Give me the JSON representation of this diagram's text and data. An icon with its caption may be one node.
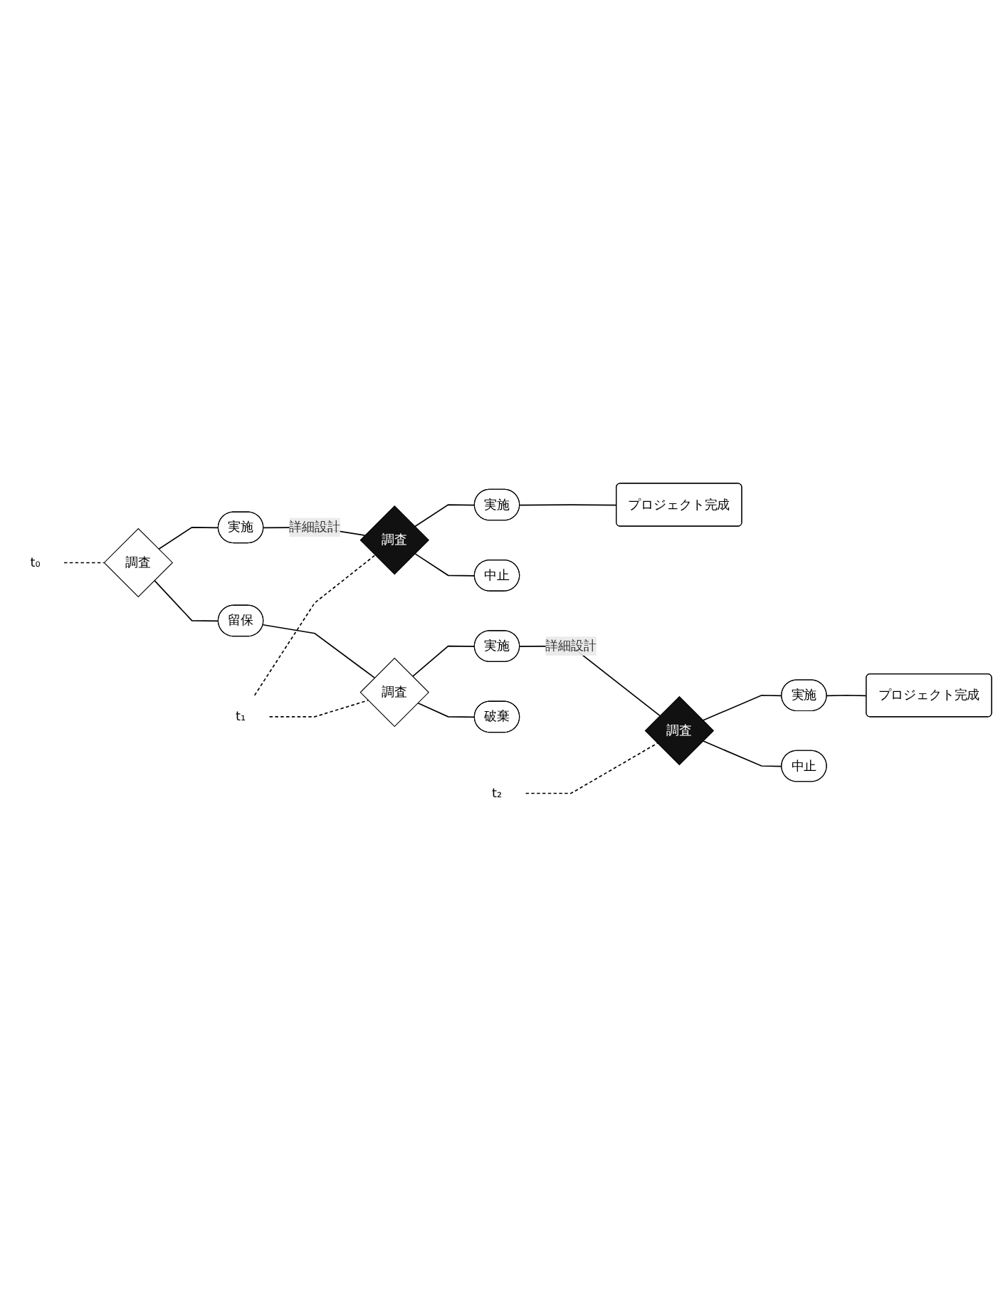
{
  "diagram": {
    "nodes": [
      {
        "text": [
          "調査"
        ]
      },
      {
        "text": [
          "実施"
        ]
      },
      {
        "text": [
          "留保"
        ]
      },
      {
        "text": [
          "調査"
        ]
      },
      {
        "text": [
          "実施"
        ]
      },
      {
        "text": [
          "中止"
        ]
      },
      {
        "text": [
          "プロジェクト完成"
        ]
      },
      {
        "text": [
          "調査"
        ]
      },
      {
        "text": [
          "実施"
        ]
      },
      {
        "text": [
          "破棄"
        ]
      },
      {
        "text": [
          "調査"
        ]
      },
      {
        "text": [
          "実施"
        ]
      },
      {
        "text": [
          "中止"
        ]
      },
      {
        "text": [
          "プロジェクト完成"
        ]
      },
      {
        "text": [
          "t₀"
        ]
      },
      {
        "text": [
          "t₁"
        ]
      },
      {
        "text": [
          "t₂"
        ]
      }
    ],
    "edges": [
      {
        "from": 0,
        "to": 1,
        "arrow": "none"
      },
      {
        "from": 0,
        "to": 2,
        "arrow": "none"
      },
      {
        "from": 1,
        "to": 3,
        "arrow": "none",
        "label": "詳細設計"
      },
      {
        "from": 3,
        "to": 4,
        "arrow": "none"
      },
      {
        "from": 3,
        "to": 5,
        "arrow": "none"
      },
      {
        "from": 4,
        "to": 6,
        "arrow": "none"
      },
      {
        "from": 2,
        "to": 7,
        "arrow": "none"
      },
      {
        "from": 7,
        "to": 8,
        "arrow": "none"
      },
      {
        "from": 7,
        "to": 9,
        "arrow": "none"
      },
      {
        "from": 8,
        "to": 10,
        "arrow": "none",
        "label": "詳細設計"
      },
      {
        "from": 10,
        "to": 11,
        "arrow": "none"
      },
      {
        "from": 10,
        "to": 12,
        "arrow": "none"
      },
      {
        "from": 11,
        "to": 13,
        "arrow": "none"
      },
      {
        "from": 14,
        "to": 0,
        "arrow": "none",
        "style": "dashed"
      },
      {
        "from": 15,
        "to": 7,
        "arrow": "none",
        "style": "dashed"
      },
      {
        "from": 15,
        "to": 3,
        "arrow": "none",
        "style": "dashed"
      },
      {
        "from": 16,
        "to": 10,
        "arrow": "none",
        "style": "dashed"
      }
    ]
  }
}
